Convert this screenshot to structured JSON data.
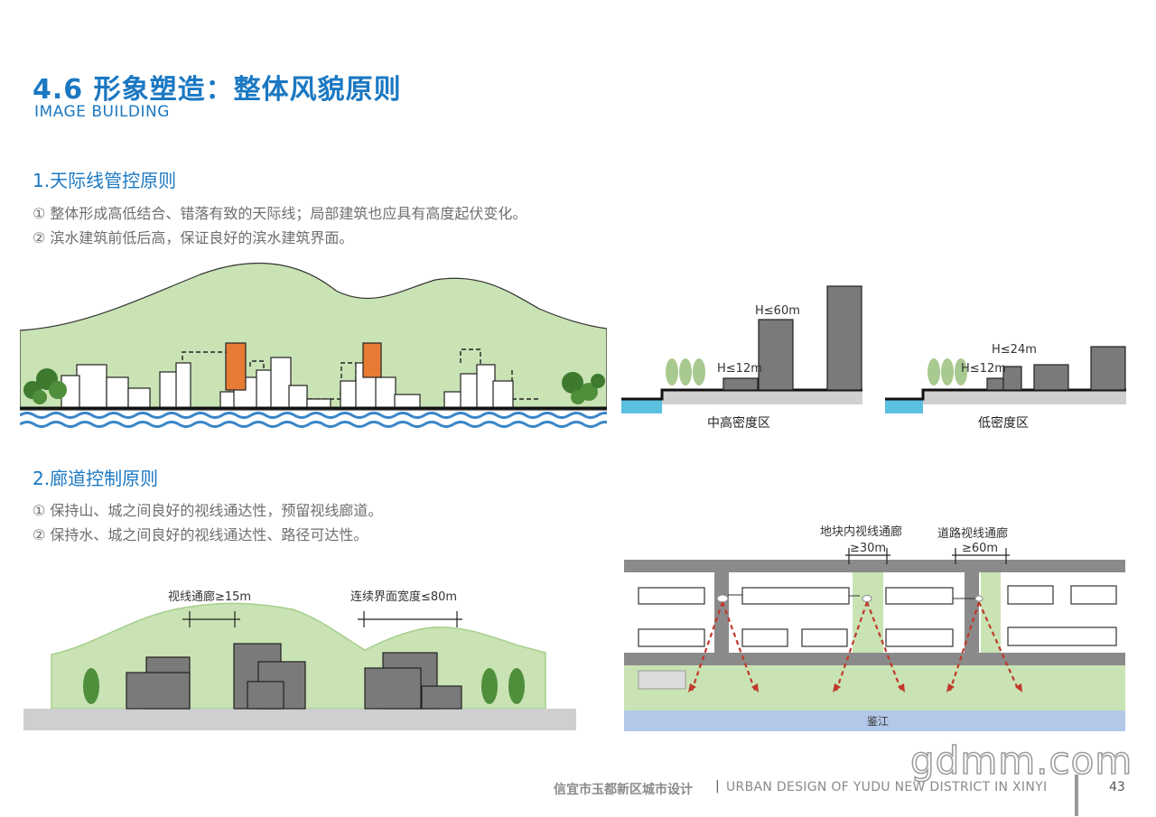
{
  "header": {
    "title": "4.6 形象塑造：整体风貌原则",
    "subtitle": "IMAGE BUILDING"
  },
  "section1": {
    "heading": "1.天际线管控原则",
    "bullets": [
      "① 整体形成高低结合、错落有致的天际线；局部建筑也应具有高度起伏变化。",
      "② 滨水建筑前低后高，保证良好的滨水建筑界面。"
    ]
  },
  "diagram_mid": {
    "label_h1": "H≤60m",
    "label_h2": "H≤12m",
    "caption": "中高密度区"
  },
  "diagram_low": {
    "label_h1": "H≤24m",
    "label_h2": "H≤12m",
    "caption": "低密度区"
  },
  "section2": {
    "heading": "2.廊道控制原则",
    "bullets": [
      "① 保持山、城之间良好的视线通达性，预留视线廊道。",
      "② 保持水、城之间良好的视线通达性、路径可达性。"
    ]
  },
  "diagram_corridor": {
    "label_left": "视线通廊≥15m",
    "label_right": "连续界面宽度≤80m"
  },
  "diagram_plan": {
    "label_block": "地块内视线通廊",
    "label_block_dim": "≥30m",
    "label_road": "道路视线通廊",
    "label_road_dim": "≥60m",
    "river": "鉴江"
  },
  "footer": {
    "cn": "信宜市玉都新区城市设计",
    "sep": "|",
    "en": "URBAN DESIGN OF YUDU NEW DISTRICT IN XINYI",
    "page": "43"
  },
  "watermark": "gdmm.com",
  "colors": {
    "accent": "#1b78c2",
    "green": "#c9e3b4",
    "building": "#7a7a7a",
    "orange": "#e87b33",
    "water": "#b3c8e8"
  }
}
